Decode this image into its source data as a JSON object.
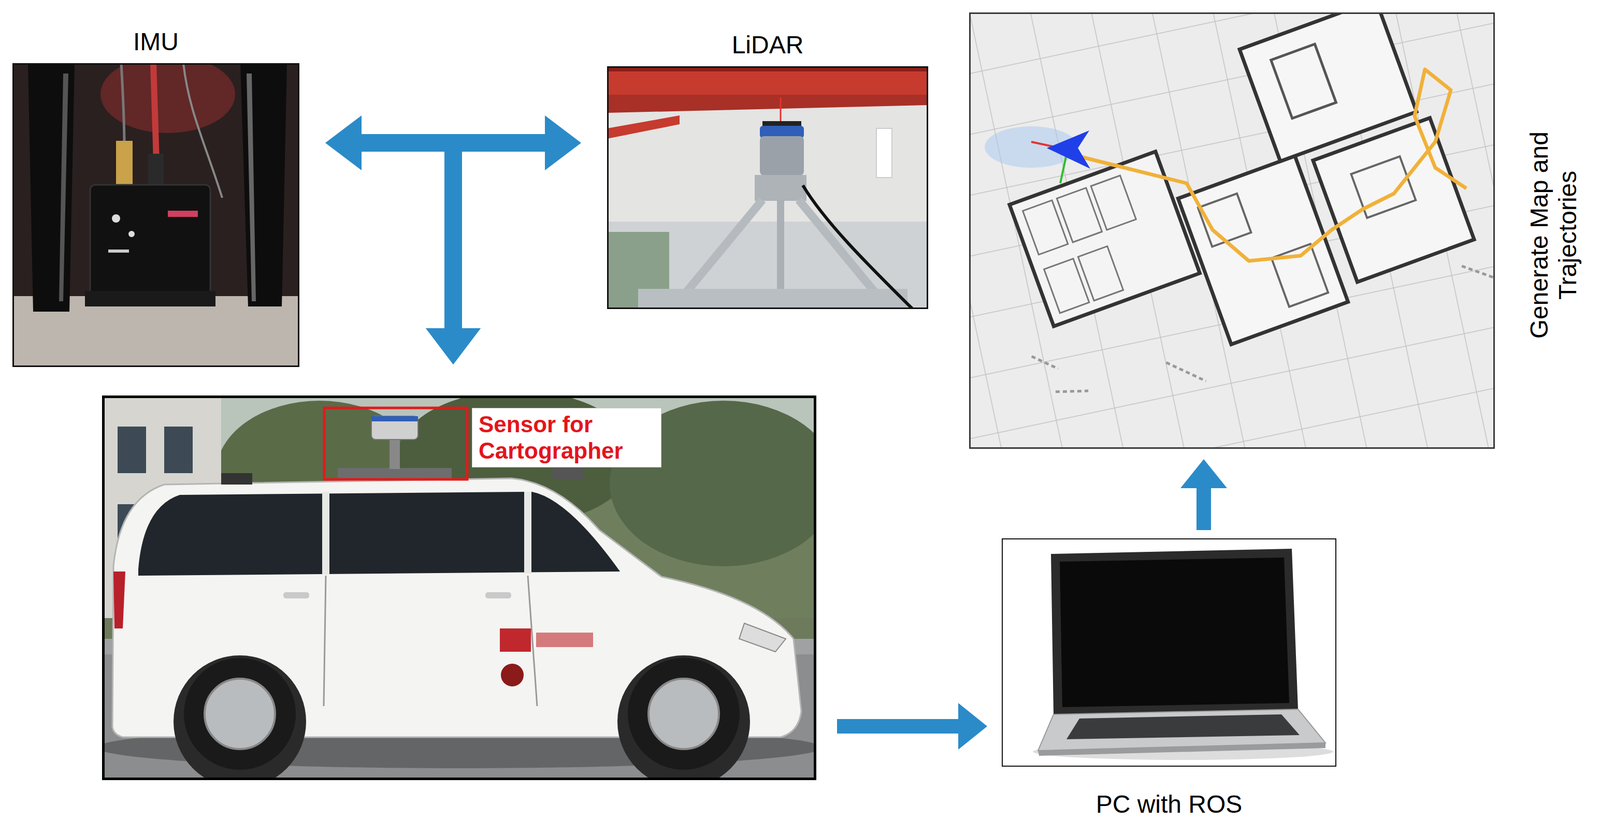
{
  "diagram": {
    "nodes": [
      {
        "text": [
          "IMU"
        ]
      },
      {
        "text": [
          "LiDAR"
        ]
      },
      {
        "text": [
          "Sensor for Cartographer"
        ]
      },
      {
        "text": [
          "PC with ROS"
        ]
      },
      {
        "text": [
          "Generate Map and Trajectories"
        ]
      }
    ],
    "edges": [
      {
        "from": 0,
        "to": 1,
        "arrow": "both"
      },
      {
        "from": 0,
        "to": 2,
        "arrow": "to"
      },
      {
        "from": 1,
        "to": 2,
        "arrow": "to"
      },
      {
        "from": 2,
        "to": 3,
        "arrow": "to"
      },
      {
        "from": 3,
        "to": 4,
        "arrow": "to"
      }
    ]
  }
}
